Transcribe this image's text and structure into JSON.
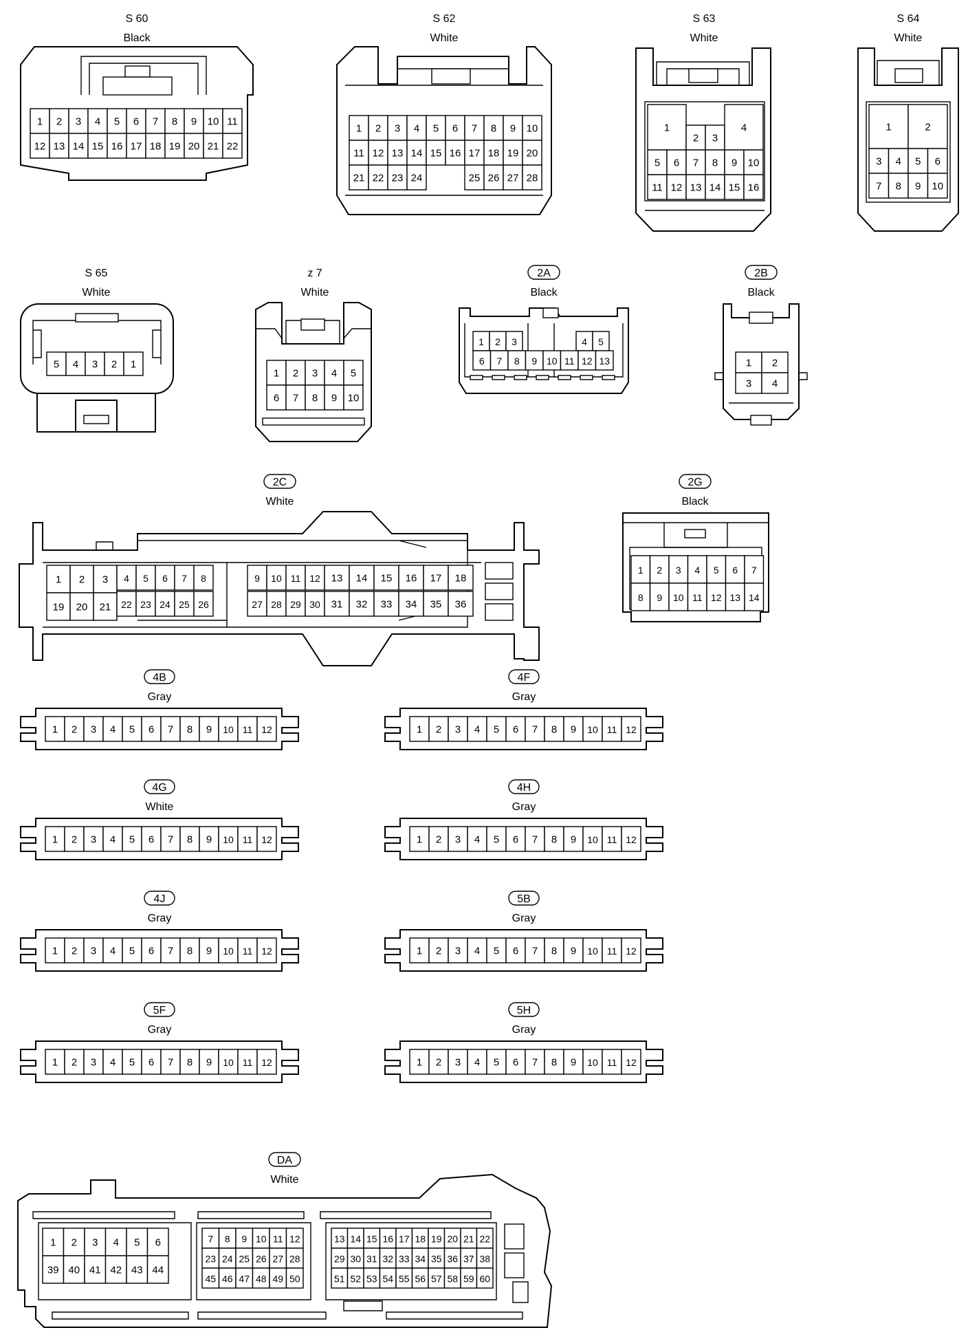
{
  "connectors": {
    "s60": {
      "name": "S 60",
      "color": "Black",
      "rows": [
        [
          "1",
          "2",
          "3",
          "4",
          "5",
          "6",
          "7",
          "8",
          "9",
          "10",
          "11"
        ],
        [
          "12",
          "13",
          "14",
          "15",
          "16",
          "17",
          "18",
          "19",
          "20",
          "21",
          "22"
        ]
      ]
    },
    "s62": {
      "name": "S 62",
      "color": "White",
      "rows": [
        [
          "1",
          "2",
          "3",
          "4",
          "5",
          "6",
          "7",
          "8",
          "9",
          "10"
        ],
        [
          "11",
          "12",
          "13",
          "14",
          "15",
          "16",
          "17",
          "18",
          "19",
          "20"
        ],
        [
          "21",
          "22",
          "23",
          "24",
          "",
          "",
          "25",
          "26",
          "27",
          "28"
        ]
      ]
    },
    "s63": {
      "name": "S 63",
      "color": "White",
      "pins": [
        "1",
        "2",
        "3",
        "4",
        "5",
        "6",
        "7",
        "8",
        "9",
        "10",
        "11",
        "12",
        "13",
        "14",
        "15",
        "16"
      ]
    },
    "s64": {
      "name": "S 64",
      "color": "White",
      "pins": [
        "1",
        "2",
        "3",
        "4",
        "5",
        "6",
        "7",
        "8",
        "9",
        "10"
      ]
    },
    "s65": {
      "name": "S 65",
      "color": "White",
      "rows": [
        [
          "5",
          "4",
          "3",
          "2",
          "1"
        ]
      ]
    },
    "z7": {
      "name": "z 7",
      "color": "White",
      "rows": [
        [
          "1",
          "2",
          "3",
          "4",
          "5"
        ],
        [
          "6",
          "7",
          "8",
          "9",
          "10"
        ]
      ]
    },
    "2a": {
      "name": "2A",
      "color": "Black",
      "rows": [
        [
          "1",
          "2",
          "3",
          "",
          "",
          "",
          "",
          "4",
          "5"
        ],
        [
          "6",
          "7",
          "8",
          "9",
          "10",
          "11",
          "12",
          "13"
        ]
      ]
    },
    "2b": {
      "name": "2B",
      "color": "Black",
      "rows": [
        [
          "1",
          "2"
        ],
        [
          "3",
          "4"
        ]
      ]
    },
    "2c": {
      "name": "2C",
      "color": "White",
      "rows": [
        [
          "1",
          "2",
          "3",
          "4",
          "5",
          "6",
          "7",
          "8",
          "9",
          "10",
          "11",
          "12",
          "13",
          "14",
          "15",
          "16",
          "17",
          "18"
        ],
        [
          "19",
          "20",
          "21",
          "22",
          "23",
          "24",
          "25",
          "26",
          "27",
          "28",
          "29",
          "30",
          "31",
          "32",
          "33",
          "34",
          "35",
          "36"
        ]
      ]
    },
    "2g": {
      "name": "2G",
      "color": "Black",
      "rows": [
        [
          "1",
          "2",
          "3",
          "4",
          "5",
          "6",
          "7"
        ],
        [
          "8",
          "9",
          "10",
          "11",
          "12",
          "13",
          "14"
        ]
      ]
    },
    "4b": {
      "name": "4B",
      "color": "Gray"
    },
    "4f": {
      "name": "4F",
      "color": "Gray"
    },
    "4g": {
      "name": "4G",
      "color": "White"
    },
    "4h": {
      "name": "4H",
      "color": "Gray"
    },
    "4j": {
      "name": "4J",
      "color": "Gray"
    },
    "5b": {
      "name": "5B",
      "color": "Gray"
    },
    "5f": {
      "name": "5F",
      "color": "Gray"
    },
    "5h": {
      "name": "5H",
      "color": "Gray"
    },
    "strip_pins": [
      "1",
      "2",
      "3",
      "4",
      "5",
      "6",
      "7",
      "8",
      "9",
      "10",
      "11",
      "12"
    ],
    "da": {
      "name": "DA",
      "color": "White",
      "left": [
        [
          "1",
          "2",
          "3",
          "4",
          "5",
          "6"
        ],
        [
          "39",
          "40",
          "41",
          "42",
          "43",
          "44"
        ]
      ],
      "middle": [
        [
          "7",
          "8",
          "9",
          "10",
          "11",
          "12"
        ],
        [
          "23",
          "24",
          "25",
          "26",
          "27",
          "28"
        ],
        [
          "45",
          "46",
          "47",
          "48",
          "49",
          "50"
        ]
      ],
      "right": [
        [
          "13",
          "14",
          "15",
          "16",
          "17",
          "18",
          "19",
          "20",
          "21",
          "22"
        ],
        [
          "29",
          "30",
          "31",
          "32",
          "33",
          "34",
          "35",
          "36",
          "37",
          "38"
        ],
        [
          "51",
          "52",
          "53",
          "54",
          "55",
          "56",
          "57",
          "58",
          "59",
          "60"
        ]
      ]
    }
  }
}
